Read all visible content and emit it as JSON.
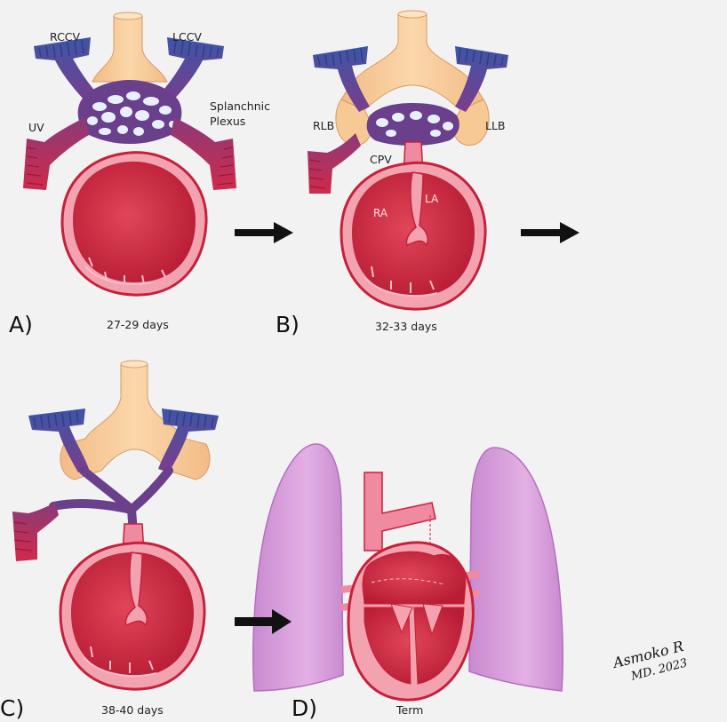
{
  "panels": [
    {
      "letter": "A)",
      "age": "27-29 days"
    },
    {
      "letter": "B)",
      "age": "32-33 days"
    },
    {
      "letter": "C)",
      "age": "38-40 days"
    },
    {
      "letter": "D)",
      "age": "Term"
    }
  ],
  "labels": {
    "rccv": "RCCV",
    "lccv": "LCCV",
    "uv": "UV",
    "splanchnic_1": "Splanchnic",
    "splanchnic_2": "Plexus",
    "rlb": "RLB",
    "llb": "LLB",
    "cpv": "CPV",
    "ra": "RA",
    "la": "LA"
  },
  "signature": {
    "line1": "Asmoko R",
    "line2": "MD. 2023"
  },
  "colors": {
    "background": "#f2f2f2",
    "gut": "#f7c995",
    "vein_blue": "#3d55a6",
    "plexus_purple": "#6a3f8c",
    "heart_red": "#d0283e",
    "heart_wall": "#f3a3b0",
    "lung": "#dca3de",
    "arrow": "#111111"
  }
}
